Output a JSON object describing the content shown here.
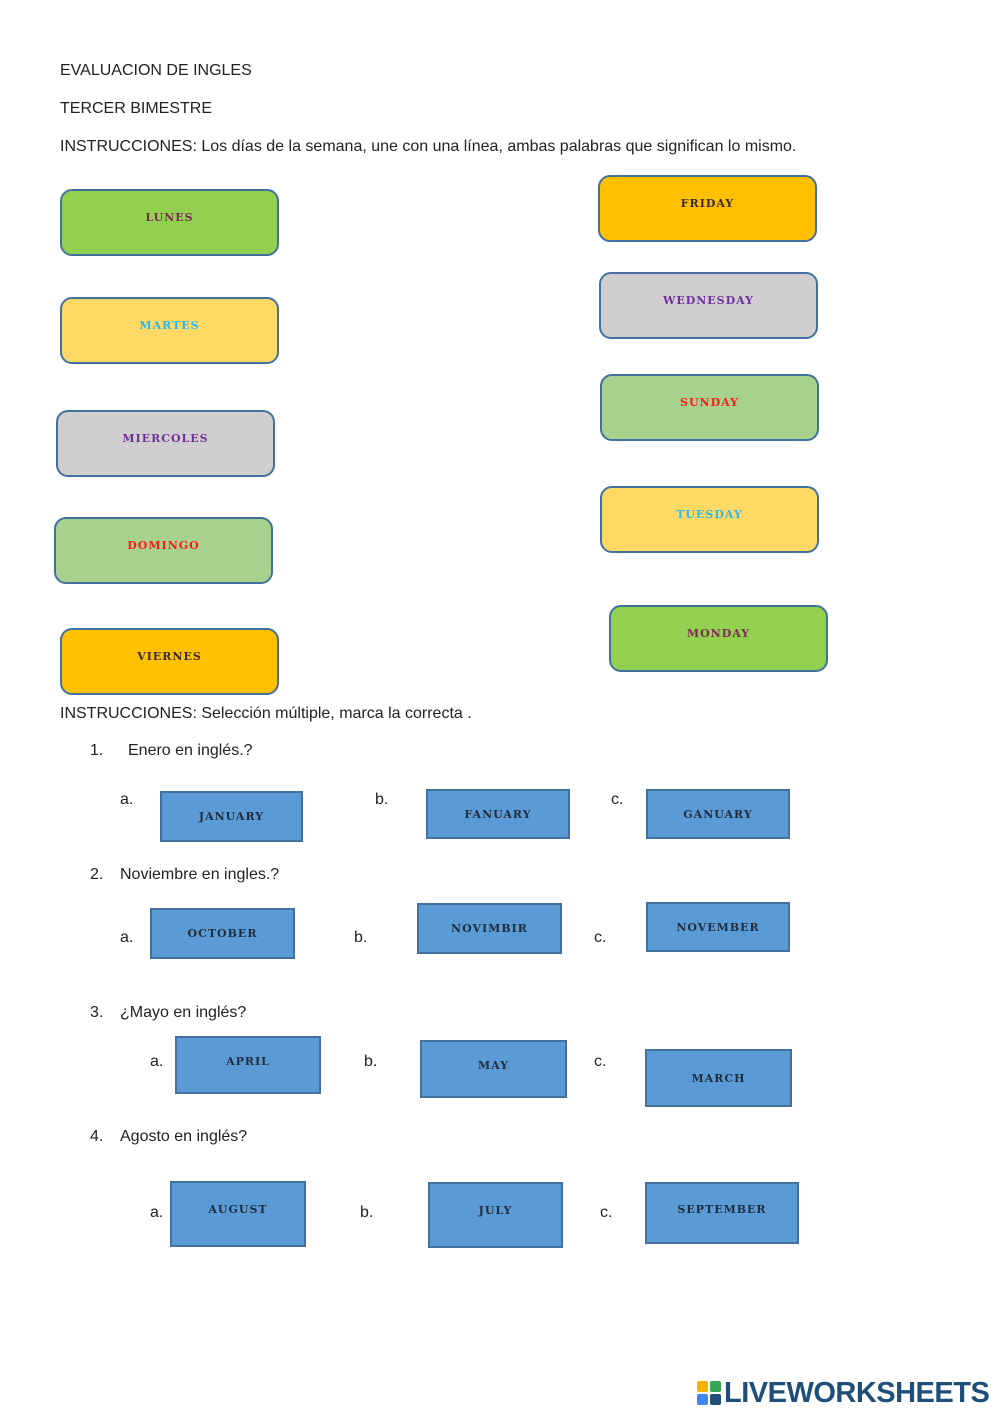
{
  "header": {
    "title": "EVALUACION DE INGLES",
    "subtitle": "TERCER BIMESTRE",
    "instructions_1": "INSTRUCCIONES:  Los días de la semana, une con una línea, ambas palabras que significan lo mismo."
  },
  "matching": {
    "left": [
      "LUNES",
      "MARTES",
      "MIERCOLES",
      "DOMINGO",
      "VIERNES"
    ],
    "right": [
      "FRIDAY",
      "WEDNESDAY",
      "SUNDAY",
      "TUESDAY",
      "MONDAY"
    ],
    "colors": {
      "green": "#92d050",
      "yellow": "#ffd966",
      "grey": "#d0cece",
      "light_green": "#a9d18e",
      "orange": "#ffc000"
    }
  },
  "instructions_2": "INSTRUCCIONES:  Selección múltiple, marca la correcta .",
  "questions": [
    {
      "number": "1.",
      "text": "Enero en inglés.?",
      "letters": [
        "a.",
        "b.",
        "c."
      ],
      "options": [
        "JANUARY",
        "FANUARY",
        "GANUARY"
      ]
    },
    {
      "number": "2.",
      "text": "Noviembre en ingles.?",
      "letters": [
        "a.",
        "b.",
        "c."
      ],
      "options": [
        "OCTOBER",
        "NOVIMBIR",
        "NOVEMBER"
      ]
    },
    {
      "number": "3.",
      "text": "¿Mayo en inglés?",
      "letters": [
        "a.",
        "b.",
        "c."
      ],
      "options": [
        "APRIL",
        "MAY",
        "MARCH"
      ]
    },
    {
      "number": "4.",
      "text": "Agosto en inglés?",
      "letters": [
        "a.",
        "b.",
        "c."
      ],
      "options": [
        "AUGUST",
        "JULY",
        "SEPTEMBER"
      ]
    }
  ],
  "logo": {
    "text": "LIVEWORKSHEETS",
    "icon": "liveworksheets-logo-icon",
    "brand_color": "#1f4e79"
  }
}
